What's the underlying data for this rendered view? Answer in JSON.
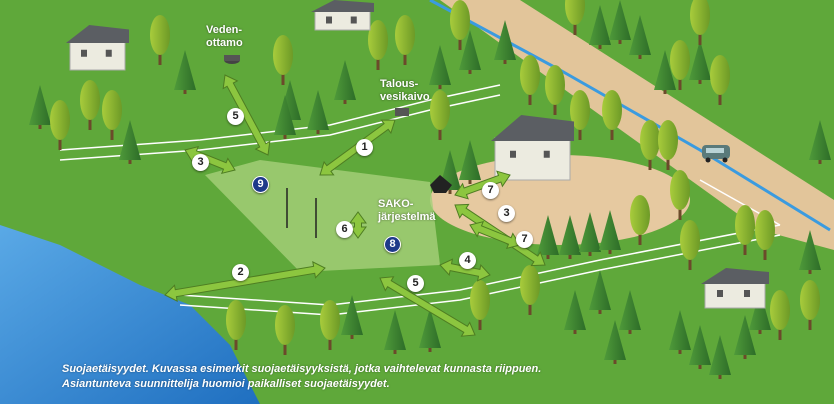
{
  "colors": {
    "grass": "#5fa83a",
    "road": "#e2c59a",
    "water": "#3a8fd6",
    "field": "#a6d07a",
    "arrow": "#8cc63f",
    "badge_dark": "#1e3a8a"
  },
  "labels": {
    "water_intake": [
      "Veden-",
      "ottamo"
    ],
    "household_well": [
      "Talous-",
      "vesikaivo"
    ],
    "sako_system": [
      "SAKO-",
      "järjestelmä"
    ]
  },
  "badges": [
    "1",
    "2",
    "3",
    "3",
    "4",
    "5",
    "5",
    "6",
    "7",
    "7",
    "8",
    "9"
  ],
  "caption": {
    "line1": "Suojaetäisyydet. Kuvassa esimerkit suojaetäisyyksistä, jotka vaihtelevat kunnasta riippuen.",
    "line2": "Asiantunteva suunnittelija huomioi paikalliset suojaetäisyydet."
  }
}
